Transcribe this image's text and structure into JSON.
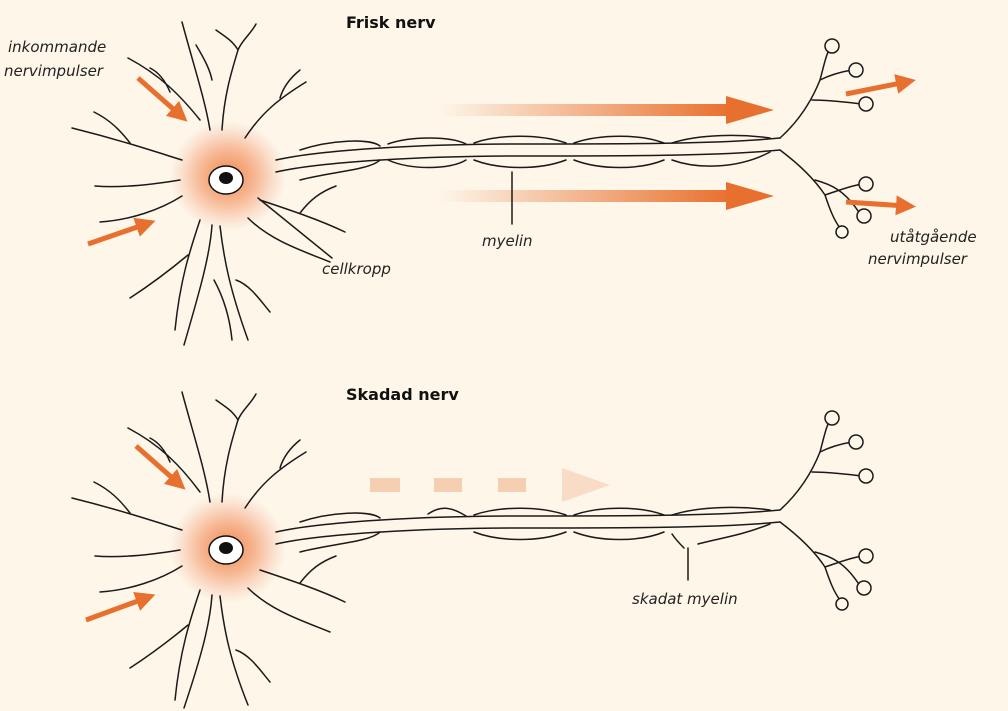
{
  "diagram": {
    "colors": {
      "background": "#fdf6e9",
      "arrow": "#e8702e",
      "arrow_faint": "#f6cfb0",
      "line": "#1a1a1a"
    },
    "healthy": {
      "title": "Frisk nerv",
      "labels": {
        "incoming": [
          "inkommande",
          "nervimpulser"
        ],
        "cell_body": "cellkropp",
        "myelin": "myelin",
        "outgoing": [
          "utåtgående",
          "nervimpulser"
        ]
      }
    },
    "damaged": {
      "title": "Skadad nerv",
      "labels": {
        "damaged_myelin": "skadat myelin"
      }
    }
  }
}
